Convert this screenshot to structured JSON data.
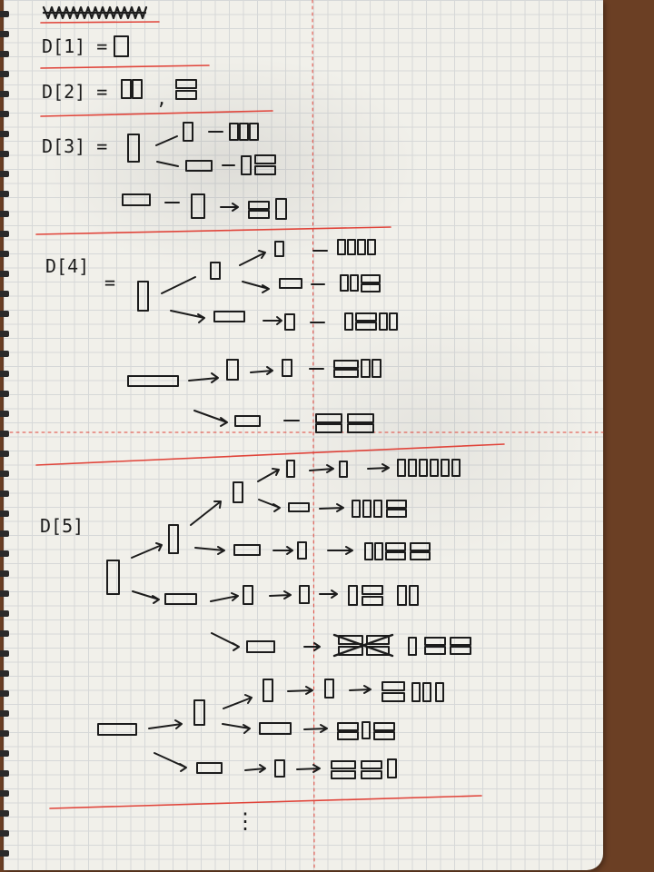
{
  "page": {
    "heading_scribble": "scribbled-out heading",
    "colors": {
      "ink": "#1c1c1c",
      "rule": "#e0443a",
      "paper": "#f1f0ea",
      "grid": "#d6d8d8",
      "desk": "#6b3f24"
    }
  },
  "labels": {
    "d1": "D[1] =",
    "d2": "D[2] =",
    "d3": "D[3] =",
    "d4": "D[4]",
    "d4_eq": "=",
    "d5": "D[5]",
    "comma": ","
  },
  "continuation": "⋮"
}
